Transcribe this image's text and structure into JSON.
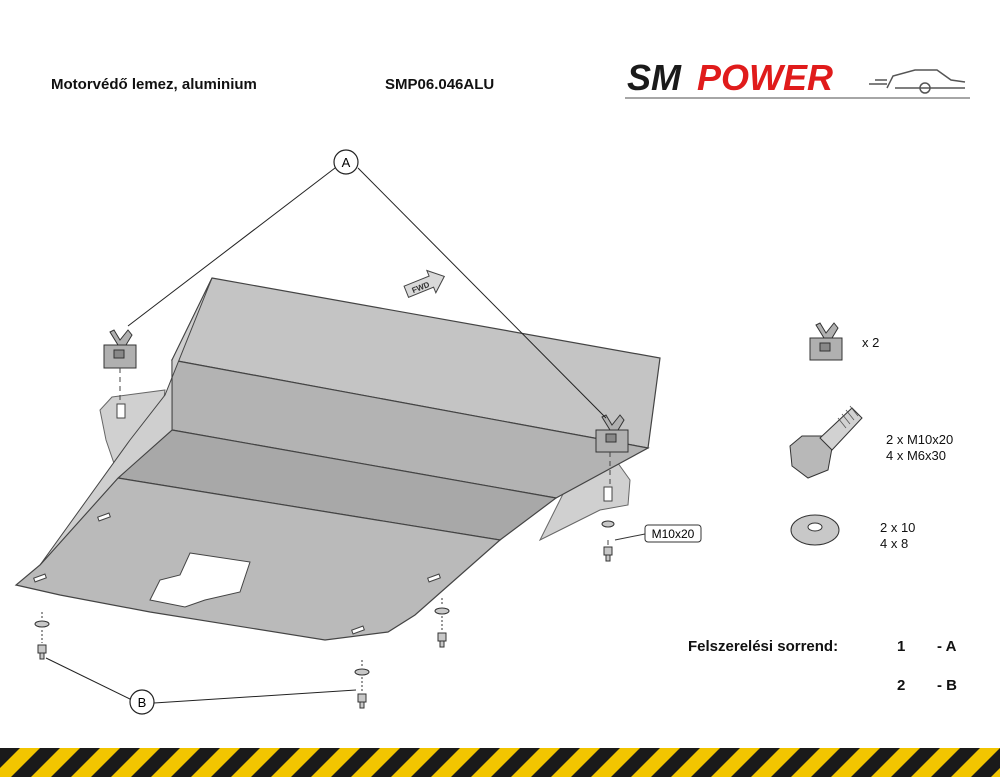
{
  "header": {
    "product_name": "Motorvédő lemez, aluminium",
    "product_code": "SMP06.046ALU"
  },
  "logo": {
    "text_sm": "SM",
    "text_power": "POWER",
    "color_sm": "#1a1a1a",
    "color_power": "#e01b1b"
  },
  "diagram": {
    "callout_a": "A",
    "callout_b": "B",
    "fwd_label": "FWD",
    "bolt_callout": "M10x20"
  },
  "parts": [
    {
      "icon": "clip-nut-icon",
      "lines": [
        "x  2"
      ]
    },
    {
      "icon": "bolt-icon",
      "lines": [
        "2 x M10x20",
        "4 x M6x30"
      ]
    },
    {
      "icon": "washer-icon",
      "lines": [
        "2 x 10",
        "4 x 8"
      ]
    }
  ],
  "sequence": {
    "label": "Felszerelési sorrend:",
    "steps": [
      {
        "num": "1",
        "letter": "- A"
      },
      {
        "num": "2",
        "letter": "- B"
      }
    ]
  },
  "colors": {
    "plate_fill": "#bdbdbd",
    "plate_dark": "#a6a6a6",
    "plate_light": "#c9c9c9",
    "stripe_yellow": "#f2c500",
    "stripe_black": "#1a1a1a"
  }
}
